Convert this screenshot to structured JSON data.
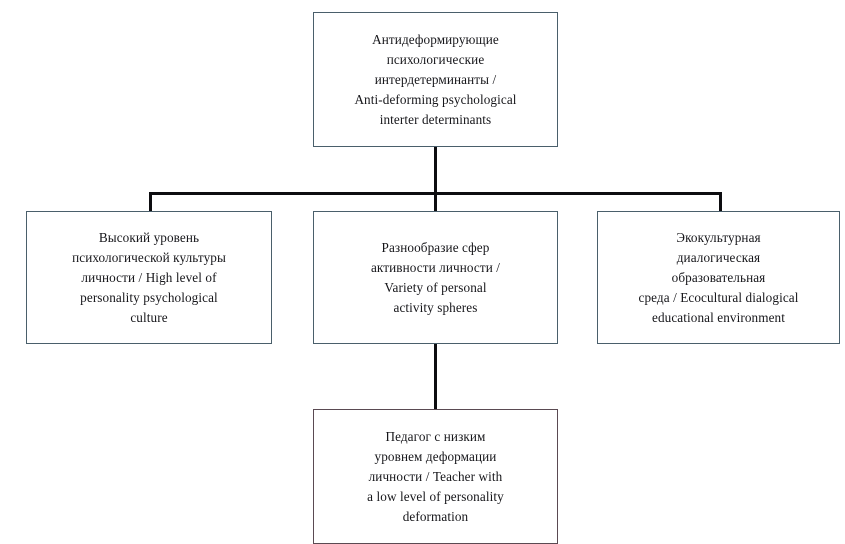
{
  "diagram": {
    "background_color": "#ffffff",
    "box_border_color": "#4a5f6b",
    "connector_color": "#0d0d10",
    "nodes": {
      "root": {
        "text": "Антидеформирующие\nпсихологические\nинтердетерминанты /\nAnti-deforming psychological\ninterter determinants"
      },
      "left": {
        "text": "Высокий уровень\nпсихологической культуры\nличности / High level of\npersonality psychological\nculture"
      },
      "middle": {
        "text": "Разнообразие сфер\nактивности личности /\nVariety of personal\nactivity spheres"
      },
      "right": {
        "text": "Экокультурная\nдиалогическая\nобразовательная\nсреда / Ecocultural dialogical\neducational environment"
      },
      "bottom": {
        "text": "Педагог с низким\nуровнем деформации\nличности / Teacher with\na low level of personality\ndeformation"
      }
    }
  }
}
